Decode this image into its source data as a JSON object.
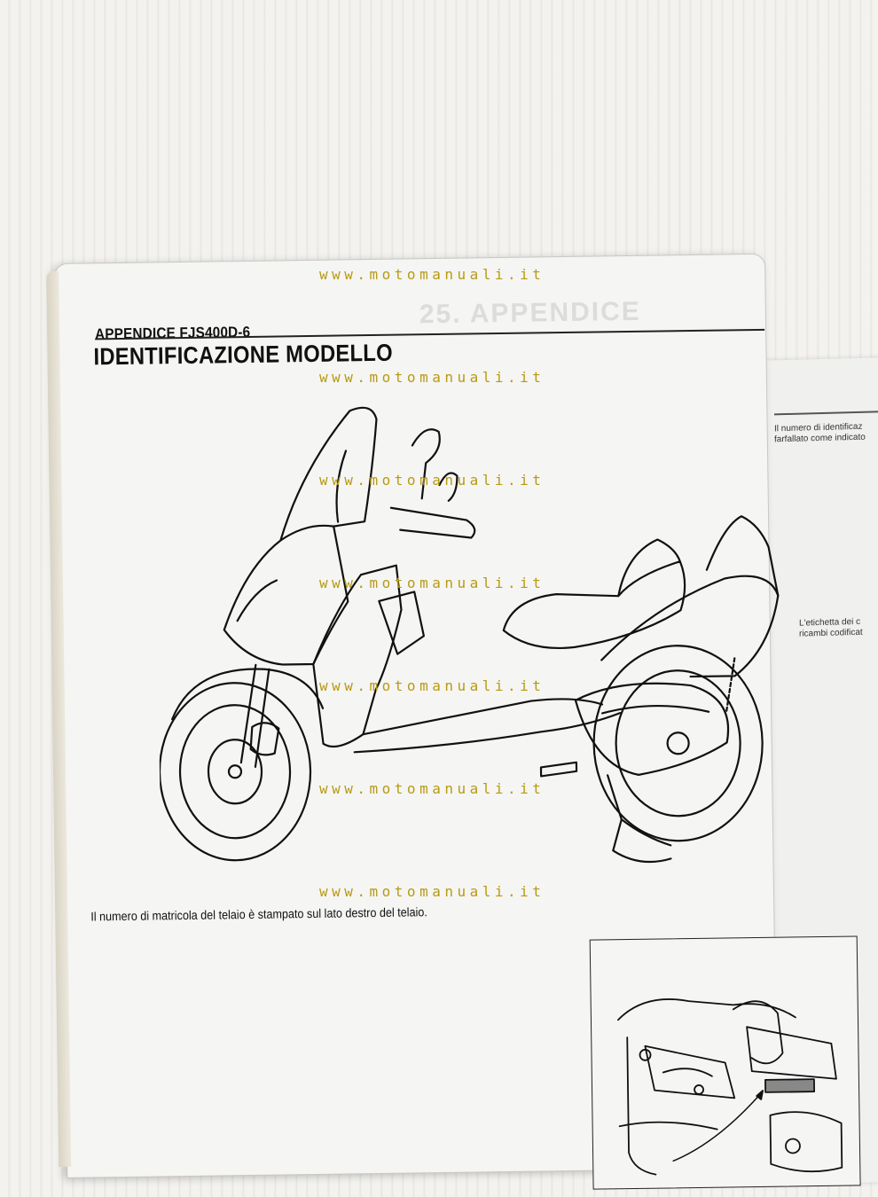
{
  "page": {
    "header_label": "APPENDICE FJS400D-6",
    "section_title": "IDENTIFICAZIONE MODELLO",
    "caption": "Il numero di matricola del telaio è stampato sul lato destro del telaio.",
    "ghost_heading": "25. APPENDICE"
  },
  "right_page": {
    "line1": "Il numero di identificaz",
    "line2": "farfallato come indicato",
    "line3": "L'etichetta dei c",
    "line4": "ricambi codificat"
  },
  "watermarks": [
    "www.motomanuali.it",
    "www.motomanuali.it",
    "www.motomanuali.it",
    "www.motomanuali.it",
    "www.motomanuali.it",
    "www.motomanuali.it",
    "www.motomanuali.it"
  ],
  "icons": {
    "illustration": "scooter-line-drawing",
    "detail": "frame-number-detail-drawing"
  }
}
